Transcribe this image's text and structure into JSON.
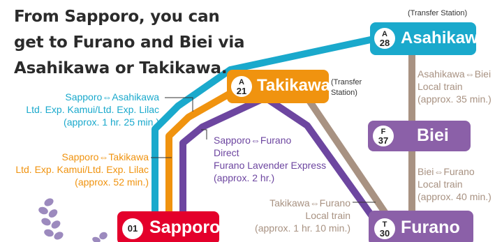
{
  "headline": "From Sapporo, you can get to Furano and Biei via Asahikawa or Takikawa.",
  "stations": {
    "asahikawa": {
      "letter": "A",
      "number": "28",
      "name": "Asahikawa",
      "note": "(Transfer Station)"
    },
    "takikawa": {
      "letter": "A",
      "number": "21",
      "name": "Takikawa",
      "note_line1": "(Transfer",
      "note_line2": "Station)"
    },
    "biei": {
      "letter": "F",
      "number": "37",
      "name": "Biei"
    },
    "furano": {
      "letter": "T",
      "number": "30",
      "name": "Furano"
    },
    "sapporo": {
      "number": "01",
      "name": "Sapporo"
    }
  },
  "routes": {
    "sapporo_asahikawa": {
      "line1": "Sapporo⇔Asahikawa",
      "line2": "Ltd. Exp. Kamui/Ltd. Exp. Lilac",
      "line3": "(approx. 1 hr. 25 min.)"
    },
    "sapporo_takikawa": {
      "line1": "Sapporo⇔Takikawa",
      "line2": "Ltd. Exp. Kamui/Ltd. Exp. Lilac",
      "line3": "(approx. 52 min.)"
    },
    "sapporo_furano": {
      "line1": "Sapporo⇔Furano",
      "line2": "Direct",
      "line3": "Furano Lavender Express",
      "line4": "(approx. 2 hr.)"
    },
    "asahikawa_biei": {
      "line1": "Asahikawa⇔Biei",
      "line2": "Local train",
      "line3": "(approx. 35 min.)"
    },
    "biei_furano": {
      "line1": "Biei⇔Furano",
      "line2": "Local train",
      "line3": "(approx. 40 min.)"
    },
    "takikawa_furano": {
      "line1": "Takikawa⇔Furano",
      "line2": "Local train",
      "line3": "(approx. 1 hr. 10 min.)"
    }
  },
  "colors": {
    "blue": "#1aa9cc",
    "orange": "#f0930f",
    "purple": "#6d46a0",
    "brown": "#a89282",
    "sapporo_red": "#e4002b",
    "headline": "#2b2b2b"
  }
}
